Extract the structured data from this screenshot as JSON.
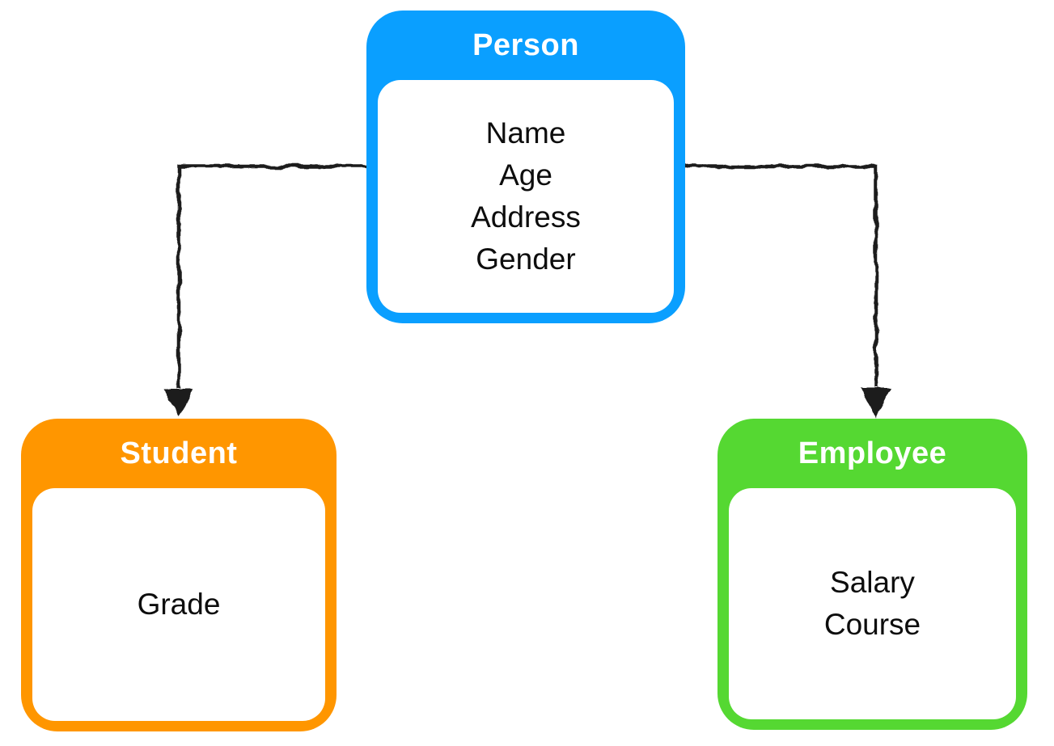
{
  "diagram": {
    "background_color": "#ffffff",
    "arrow_color": "#1a1a1a",
    "title_text_color": "#ffffff",
    "attribute_text_color": "#0d0d0d"
  },
  "cards": {
    "person": {
      "title": "Person",
      "attributes": [
        "Name",
        "Age",
        "Address",
        "Gender"
      ],
      "color": "#0a9fff"
    },
    "student": {
      "title": "Student",
      "attributes": [
        "Grade"
      ],
      "color": "#ff9600"
    },
    "employee": {
      "title": "Employee",
      "attributes": [
        "Salary",
        "Course"
      ],
      "color": "#55d832"
    }
  },
  "relationships": [
    {
      "from": "Person",
      "to": "Student"
    },
    {
      "from": "Person",
      "to": "Employee"
    }
  ]
}
